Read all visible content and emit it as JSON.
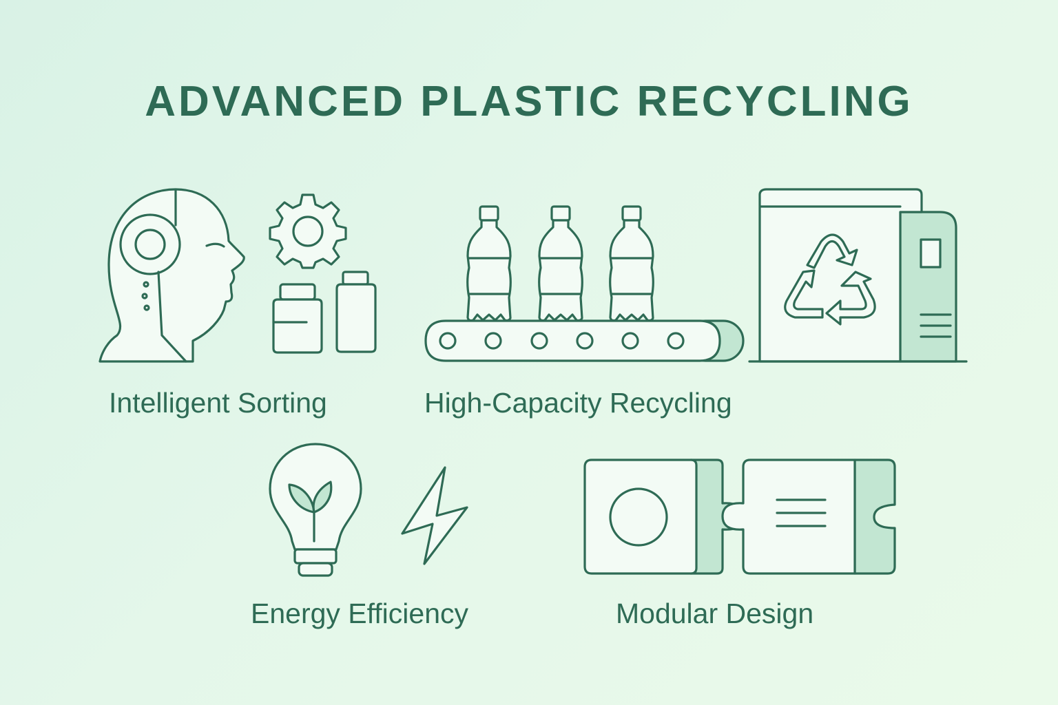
{
  "title": "ADVANCED PLASTIC RECYCLING",
  "features": [
    {
      "label": "Intelligent Sorting",
      "icons": [
        "ai-head-icon",
        "gear-icon",
        "jar-icon",
        "bottle-icon"
      ]
    },
    {
      "label": "High-Capacity Recycling",
      "icons": [
        "bottle-icon",
        "conveyor-belt-icon",
        "recycling-machine-icon",
        "recycle-symbol-icon"
      ]
    },
    {
      "label": "Energy Efficiency",
      "icons": [
        "eco-bulb-icon",
        "lightning-icon"
      ]
    },
    {
      "label": "Modular Design",
      "icons": [
        "puzzle-module-icon"
      ]
    }
  ],
  "colors": {
    "stroke": "#2e6b55",
    "fill": "#f3fbf5",
    "shade": "#c2e6d2",
    "background": "#e2f6e9"
  }
}
